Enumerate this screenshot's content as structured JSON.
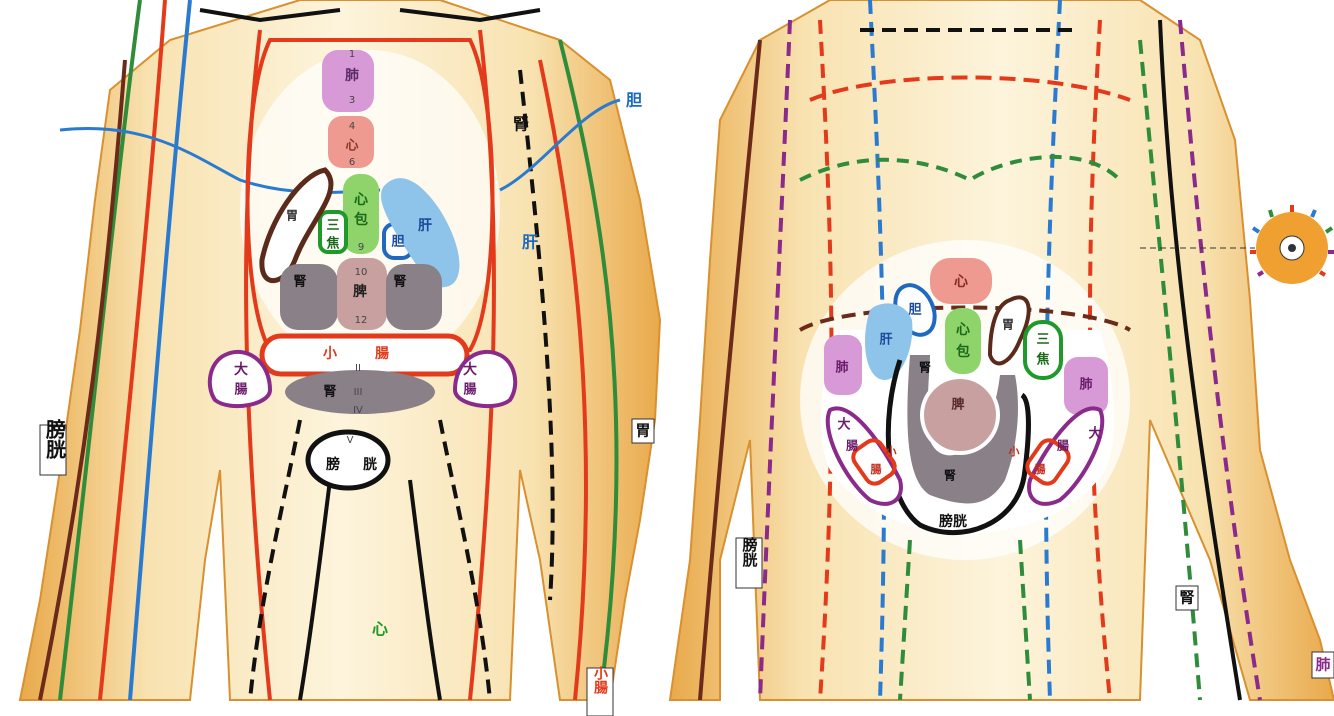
{
  "colors": {
    "skin": "#f6dca0",
    "skin_shade": "#e8a840",
    "lung": "#d79ad6",
    "heart": "#ef9a90",
    "pericardium": "#8fd46a",
    "liver": "#8fc4ea",
    "kidney": "#8a8088",
    "spleen": "#c9a0a0"
  },
  "back_view": {
    "organs": {
      "lung": "肺",
      "heart": "心",
      "pericardium_top": "心",
      "pericardium_bottom": "包",
      "triple_burner_top": "三",
      "triple_burner_bottom": "焦",
      "gallbladder": "胆",
      "liver": "肝",
      "stomach": "胃",
      "kidney_left": "腎",
      "kidney_right": "腎",
      "spleen": "脾",
      "small_intestine_left": "小",
      "small_intestine_right": "腸",
      "large_intestine_left_top": "大",
      "large_intestine_left_bottom": "腸",
      "large_intestine_right_top": "大",
      "large_intestine_right_bottom": "腸",
      "kidney_lower": "腎",
      "bladder_left": "膀",
      "bladder_right": "胱"
    },
    "vertebra_numbers": [
      "1",
      "3",
      "4",
      "6",
      "9",
      "10",
      "12"
    ],
    "lumbar_numerals": [
      "II",
      "III",
      "IV",
      "V"
    ],
    "side_labels": {
      "bladder": "膀胱",
      "gallbladder": "胆",
      "liver": "肝",
      "kidney": "腎",
      "stomach": "胃",
      "heart": "心",
      "bladder_2": "膀胱",
      "small_intestine": "小腸"
    }
  },
  "front_view": {
    "organs": {
      "heart": "心",
      "gallbladder": "胆",
      "liver": "肝",
      "pericardium_top": "心",
      "pericardium_bottom": "包",
      "stomach": "胃",
      "triple_burner_top": "三",
      "triple_burner_bottom": "焦",
      "lung_left": "肺",
      "lung_right": "肺",
      "kidney_upper": "腎",
      "spleen": "脾",
      "large_intestine_left_top": "大",
      "large_intestine_left_bottom": "腸",
      "large_intestine_right_top": "大",
      "large_intestine_right_bottom": "腸",
      "small_intestine_left_top": "小",
      "small_intestine_left_bottom": "腸",
      "small_intestine_right_top": "小",
      "small_intestine_right_bottom": "腸",
      "kidney_lower": "腎",
      "bladder": "膀胱"
    },
    "side_labels": {
      "kidney": "腎",
      "lung": "肺"
    }
  }
}
